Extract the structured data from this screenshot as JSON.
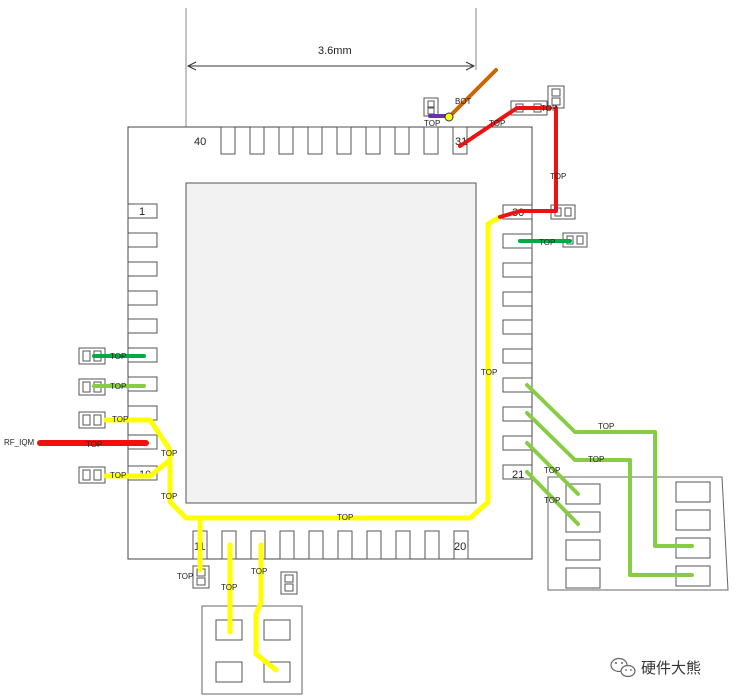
{
  "dimension": {
    "label": "3.6mm"
  },
  "pins": {
    "p1": "1",
    "p11": "11",
    "p20": "20",
    "p21": "21",
    "p30": "30",
    "p31": "31",
    "p40": "40",
    "p10_partial": "10"
  },
  "net_labels": {
    "rf_iqm": "RF_IQM",
    "bot": "BOT",
    "top": "TOP"
  },
  "trace_colors": {
    "yellow": "#ffff00",
    "red": "#ee1111",
    "light_green": "#88cc44",
    "dark_green": "#00aa44",
    "orange": "#cc6600",
    "purple": "#6633aa"
  },
  "watermark": {
    "text": "硬件大熊",
    "icon": "wechat-icon"
  }
}
